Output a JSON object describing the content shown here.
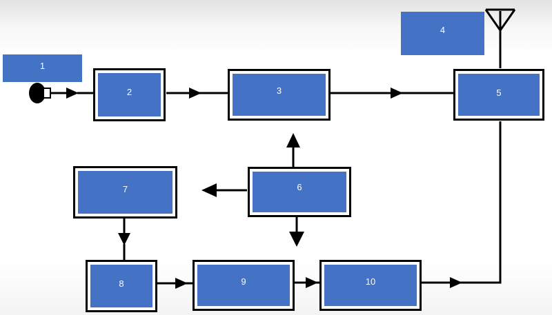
{
  "blocks": [
    {
      "id": "1",
      "label": "1"
    },
    {
      "id": "2",
      "label": "2"
    },
    {
      "id": "3",
      "label": "3"
    },
    {
      "id": "4",
      "label": "4"
    },
    {
      "id": "5",
      "label": "5"
    },
    {
      "id": "6",
      "label": "6"
    },
    {
      "id": "7",
      "label": "7"
    },
    {
      "id": "8",
      "label": "8"
    },
    {
      "id": "9",
      "label": "9"
    },
    {
      "id": "10",
      "label": "10"
    }
  ],
  "colors": {
    "block_fill": "#4472c4",
    "line": "#000000",
    "text": "#ffffff"
  }
}
